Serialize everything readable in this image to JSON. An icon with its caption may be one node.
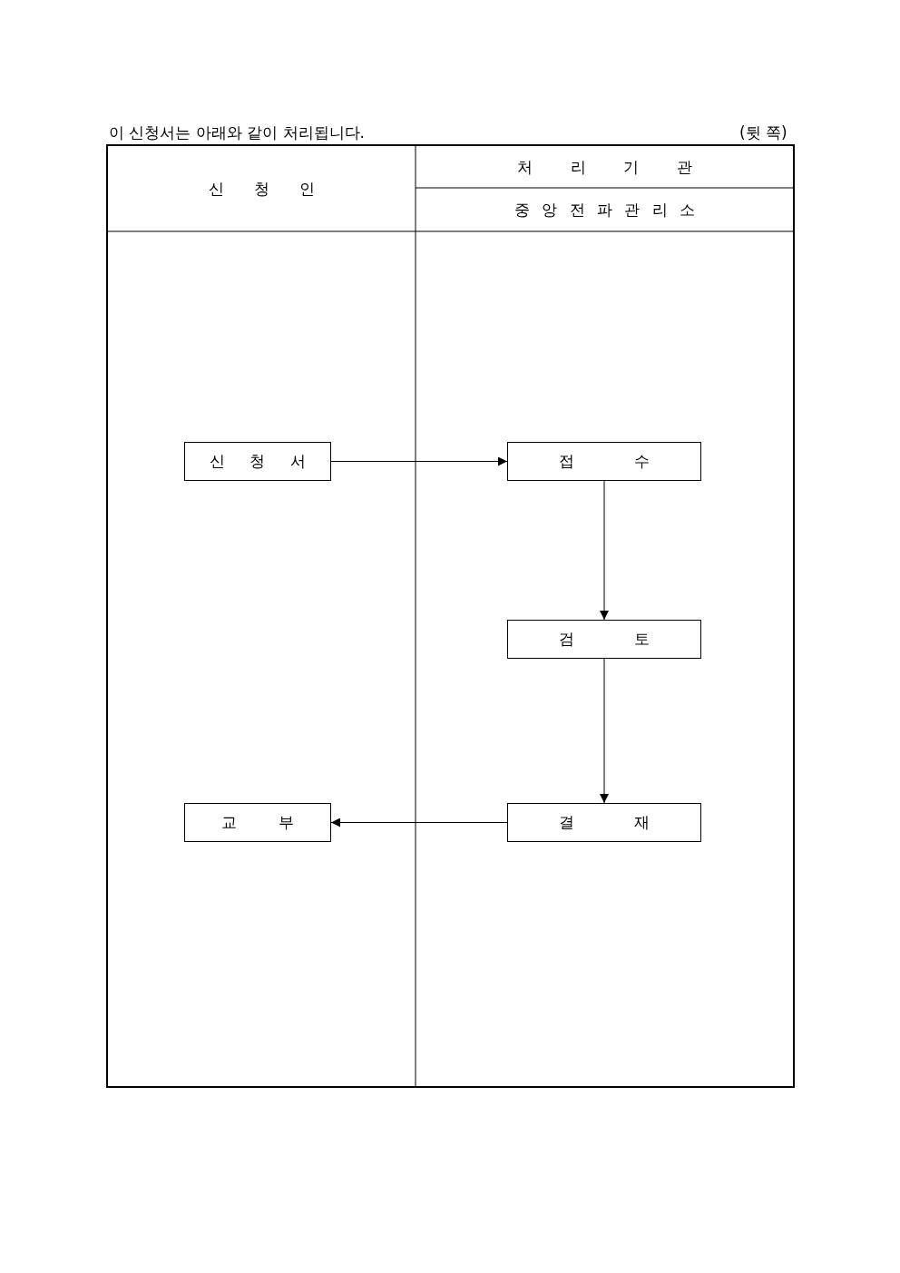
{
  "diagram": {
    "title": "이 신청서는 아래와 같이 처리됩니다.",
    "nodes": [
      {
        "text": [
          "신 청 인"
        ]
      },
      {
        "text": [
          "처 리 기 관"
        ]
      },
      {
        "text": [
          "중 앙 전 파 관 리 소"
        ]
      },
      {
        "text": [
          "신 청 서"
        ]
      },
      {
        "text": [
          "접 수"
        ]
      },
      {
        "text": [
          "검 토"
        ]
      },
      {
        "text": [
          "결 재"
        ]
      },
      {
        "text": [
          "교 부"
        ]
      }
    ],
    "edges": [
      {
        "from": 3,
        "to": 4,
        "arrow": "to"
      },
      {
        "from": 4,
        "to": 5,
        "arrow": "to"
      },
      {
        "from": 5,
        "to": 6,
        "arrow": "to"
      },
      {
        "from": 6,
        "to": 7,
        "arrow": "to"
      }
    ],
    "labels": [
      "(뒷 쪽)"
    ]
  }
}
